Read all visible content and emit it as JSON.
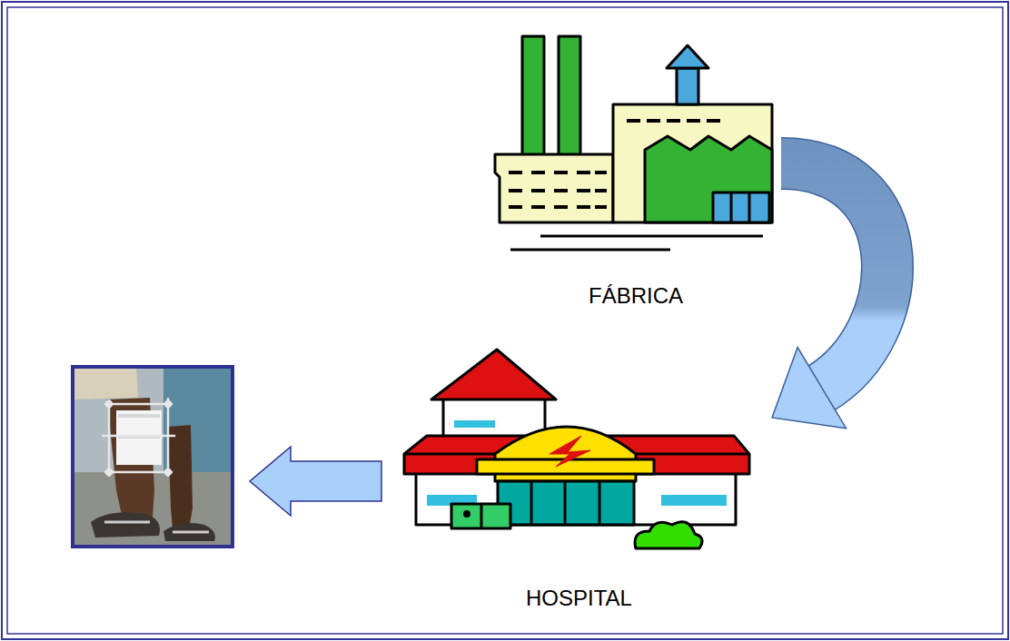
{
  "diagram": {
    "nodes": [
      {
        "text": [
          "FÁBRICA"
        ]
      },
      {
        "text": [
          "HOSPITAL"
        ]
      }
    ],
    "edges": [
      {
        "from": 0,
        "to": 1,
        "arrow": "to"
      }
    ]
  }
}
